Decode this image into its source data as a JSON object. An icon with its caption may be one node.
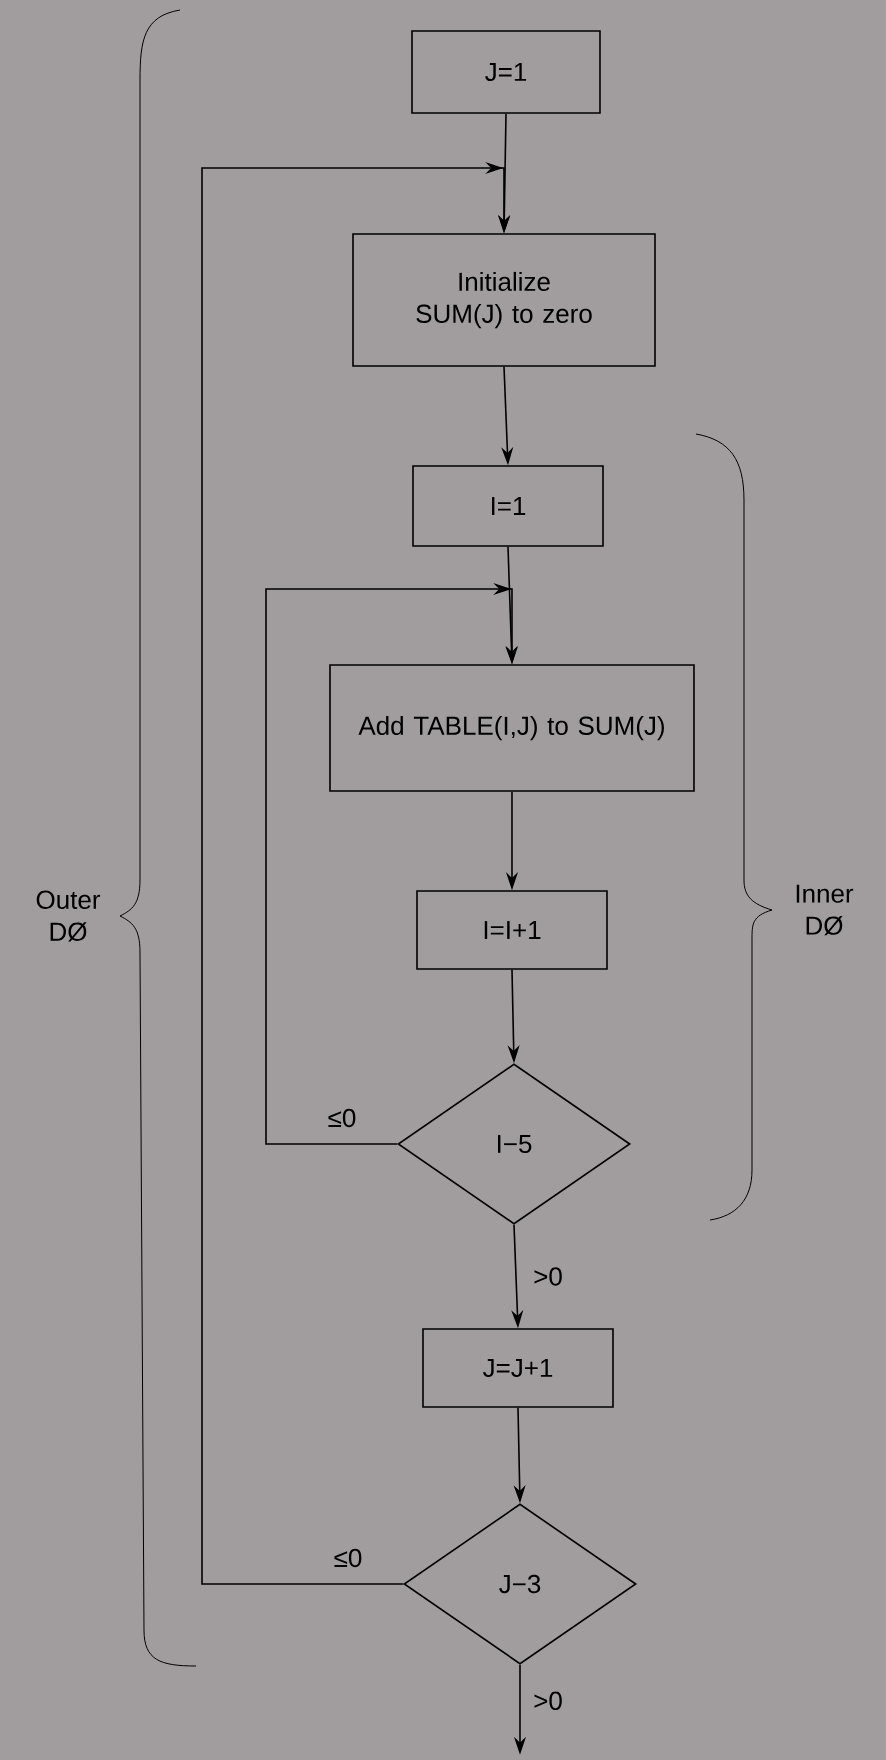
{
  "diagram": {
    "nodes": [
      {
        "text": [
          "J=1"
        ]
      },
      {
        "text": [
          "Initialize SUM(J) to zero"
        ]
      },
      {
        "text": [
          "I=1"
        ]
      },
      {
        "text": [
          "Add TABLE(I,J) to SUM(J)"
        ]
      },
      {
        "text": [
          "I=I+1"
        ]
      },
      {
        "text": [
          "I−5"
        ]
      },
      {
        "text": [
          "J=J+1"
        ]
      },
      {
        "text": [
          "J−3"
        ]
      }
    ],
    "edges": [
      {
        "from": 0,
        "to": 1,
        "arrow": "to"
      },
      {
        "from": 1,
        "to": 2,
        "arrow": "to"
      },
      {
        "from": 2,
        "to": 3,
        "arrow": "to"
      },
      {
        "from": 3,
        "to": 4,
        "arrow": "to"
      },
      {
        "from": 4,
        "to": 5,
        "arrow": "to"
      },
      {
        "from": 5,
        "to": 6,
        "arrow": "to",
        "label": ">0"
      },
      {
        "from": 6,
        "to": 7,
        "arrow": "to"
      },
      {
        "from": 7,
        "to": null,
        "arrow": "to",
        "label": ">0"
      },
      {
        "from": 5,
        "to": 3,
        "arrow": "to",
        "label": "≤0"
      },
      {
        "from": 7,
        "to": 1,
        "arrow": "to",
        "label": "≤0"
      }
    ],
    "labels": [
      "Outer DØ",
      "Inner DØ"
    ]
  }
}
